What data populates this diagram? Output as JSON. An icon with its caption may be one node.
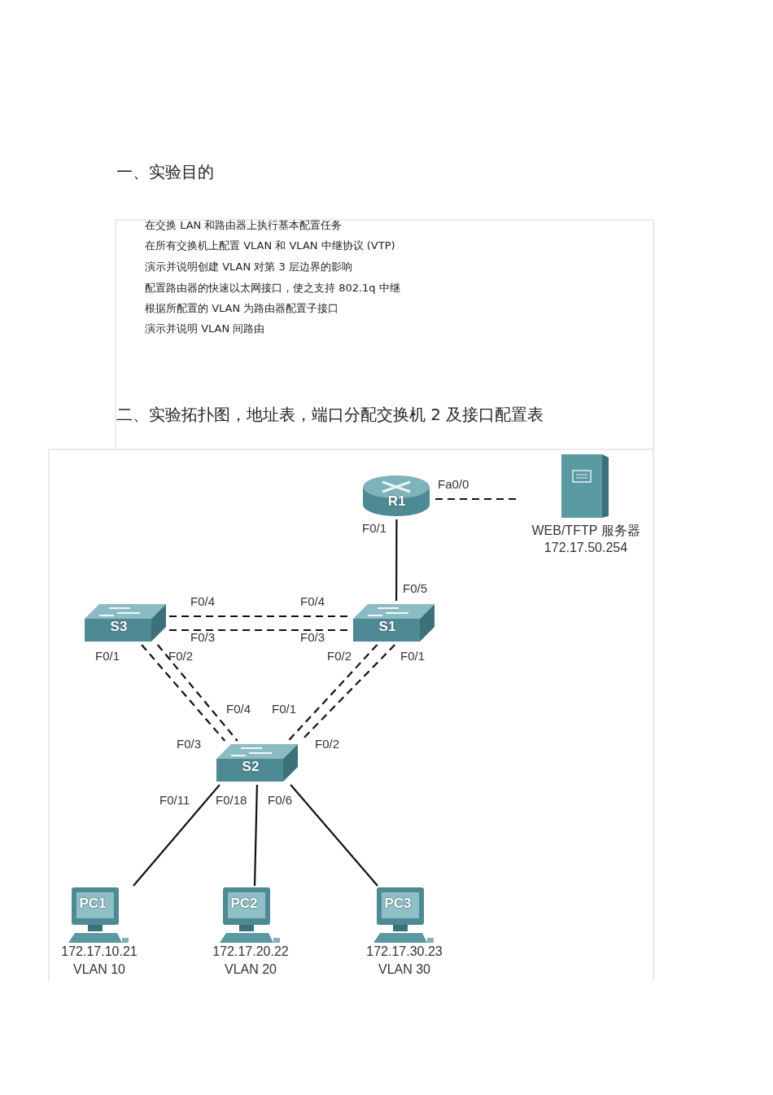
{
  "diagram": {
    "nodes": [
      {
        "text": [
          "R1"
        ]
      },
      {
        "text": [
          "WEB/TFTP 服务器",
          "172.17.50.254"
        ]
      },
      {
        "text": [
          "S3"
        ]
      },
      {
        "text": [
          "S1"
        ]
      },
      {
        "text": [
          "S2"
        ]
      },
      {
        "text": [
          "PC1",
          "172.17.10.21",
          "VLAN 10"
        ]
      },
      {
        "text": [
          "PC2",
          "172.17.20.22",
          "VLAN 20"
        ]
      },
      {
        "text": [
          "PC3",
          "172.17.30.23",
          "VLAN 30"
        ]
      }
    ],
    "edges": [
      {
        "from": 0,
        "to": 1,
        "arrow": "none",
        "style": "dashed"
      },
      {
        "from": 0,
        "to": 3,
        "arrow": "none"
      },
      {
        "from": 2,
        "to": 3,
        "arrow": "none",
        "style": "dashed"
      },
      {
        "from": 2,
        "to": 3,
        "arrow": "none",
        "style": "dashed"
      },
      {
        "from": 2,
        "to": 4,
        "arrow": "none",
        "style": "dashed"
      },
      {
        "from": 2,
        "to": 4,
        "arrow": "none",
        "style": "dashed"
      },
      {
        "from": 3,
        "to": 4,
        "arrow": "none",
        "style": "dashed"
      },
      {
        "from": 3,
        "to": 4,
        "arrow": "none",
        "style": "dashed"
      },
      {
        "from": 4,
        "to": 5,
        "arrow": "none"
      },
      {
        "from": 4,
        "to": 6,
        "arrow": "none"
      },
      {
        "from": 4,
        "to": 7,
        "arrow": "none"
      }
    ],
    "labels": [
      "一、实验目的",
      "在交换 LAN 和路由器上执行基本配置任务",
      "在所有交换机上配置 VLAN 和 VLAN 中继协议 (VTP)",
      "演示并说明创建 VLAN 对第 3 层边界的影响",
      "配置路由器的快速以太网接口，使之支持 802.1q 中继",
      "根据所配置的 VLAN 为路由器配置子接口",
      "演示并说明 VLAN 间路由",
      "二、实验拓扑图，地址表，端口分配交换机 2 及接口配置表",
      "Fa0/0",
      "F0/1",
      "F0/5",
      "F0/4",
      "F0/4",
      "F0/3",
      "F0/3",
      "F0/1",
      "F0/2",
      "F0/2",
      "F0/1",
      "F0/4",
      "F0/1",
      "F0/3",
      "F0/2",
      "F0/11",
      "F0/18",
      "F0/6"
    ]
  }
}
